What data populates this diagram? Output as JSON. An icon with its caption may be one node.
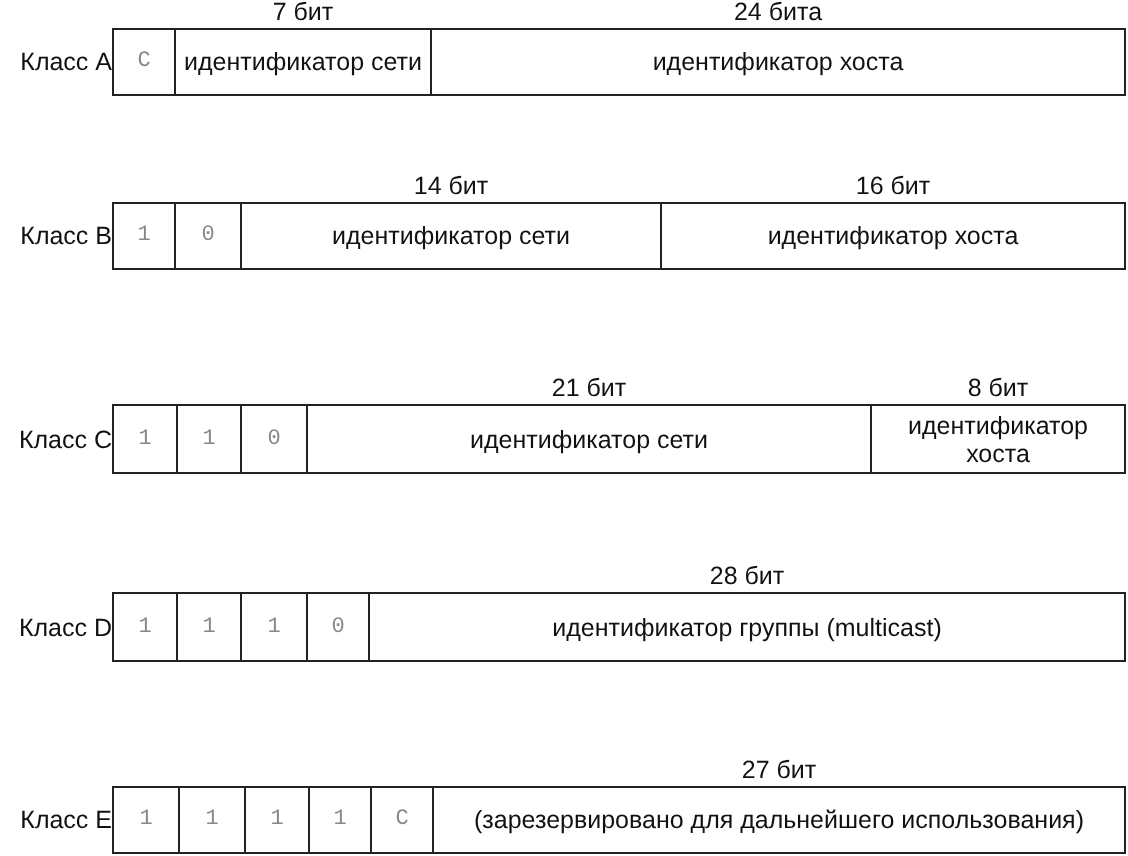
{
  "diagram": {
    "nodes": [
      {
        "text": [
          "C"
        ]
      },
      {
        "text": [
          "идентификатор сети"
        ],
        "beside": [
          "7 бит"
        ]
      },
      {
        "text": [
          "идентификатор хоста"
        ],
        "beside": [
          "24 бита"
        ]
      },
      {
        "text": [
          "1"
        ]
      },
      {
        "text": [
          "0"
        ]
      },
      {
        "text": [
          "идентификатор сети"
        ],
        "beside": [
          "14 бит"
        ]
      },
      {
        "text": [
          "идентификатор хоста"
        ],
        "beside": [
          "16 бит"
        ]
      },
      {
        "text": [
          "1"
        ]
      },
      {
        "text": [
          "1"
        ]
      },
      {
        "text": [
          "0"
        ]
      },
      {
        "text": [
          "идентификатор сети"
        ],
        "beside": [
          "21 бит"
        ]
      },
      {
        "text": [
          "идентификатор хоста"
        ],
        "beside": [
          "8 бит"
        ]
      },
      {
        "text": [
          "1"
        ]
      },
      {
        "text": [
          "1"
        ]
      },
      {
        "text": [
          "1"
        ]
      },
      {
        "text": [
          "0"
        ]
      },
      {
        "text": [
          "идентификатор группы (multicast)"
        ],
        "beside": [
          "28 бит"
        ]
      },
      {
        "text": [
          "1"
        ]
      },
      {
        "text": [
          "1"
        ]
      },
      {
        "text": [
          "1"
        ]
      },
      {
        "text": [
          "1"
        ]
      },
      {
        "text": [
          "C"
        ]
      },
      {
        "text": [
          "(зарезервировано для дальнейшего использования)"
        ],
        "beside": [
          "27 бит"
        ]
      }
    ],
    "labels": [
      "Класс A",
      "Класс B",
      "Класс C",
      "Класс D",
      "Класс E"
    ]
  }
}
